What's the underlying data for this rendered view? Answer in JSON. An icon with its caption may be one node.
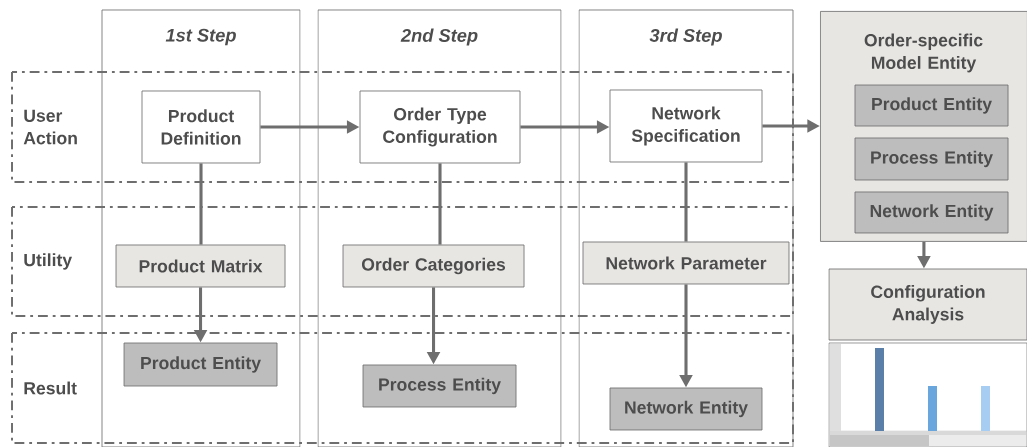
{
  "diagram": {
    "nodes": [
      {
        "text": [
          "Order-specific Model Entity"
        ]
      },
      {
        "text": [
          "Product Entity"
        ],
        "in": 0
      },
      {
        "text": [
          "Process Entity"
        ],
        "in": 0
      },
      {
        "text": [
          "Network Entity"
        ],
        "in": 0
      },
      {
        "text": [
          "Product Definition"
        ]
      },
      {
        "text": [
          "Order Type Configuration"
        ]
      },
      {
        "text": [
          "Network Specification"
        ]
      },
      {
        "text": [
          "Product Matrix"
        ]
      },
      {
        "text": [
          "Order Categories"
        ]
      },
      {
        "text": [
          "Network Parameter"
        ]
      },
      {
        "text": [
          "Configuration Analysis"
        ]
      },
      {
        "text": [
          "Product Entity"
        ]
      },
      {
        "text": [
          "Process Entity"
        ]
      },
      {
        "text": [
          "Network Entity"
        ]
      }
    ],
    "edges": [
      {
        "from": 4,
        "to": 5,
        "arrow": "to"
      },
      {
        "from": 5,
        "to": 6,
        "arrow": "to"
      },
      {
        "from": 6,
        "to": 0,
        "arrow": "to"
      },
      {
        "from": 4,
        "to": 7,
        "arrow": "none"
      },
      {
        "from": 7,
        "to": 11,
        "arrow": "to"
      },
      {
        "from": 5,
        "to": 8,
        "arrow": "none"
      },
      {
        "from": 8,
        "to": 12,
        "arrow": "to"
      },
      {
        "from": 6,
        "to": 9,
        "arrow": "none"
      },
      {
        "from": 9,
        "to": 13,
        "arrow": "to"
      },
      {
        "from": 0,
        "to": 10,
        "arrow": "to"
      }
    ],
    "labels": [
      "1st Step",
      "2nd Step",
      "3rd Step",
      "User Action",
      "Utility",
      "Result"
    ]
  }
}
